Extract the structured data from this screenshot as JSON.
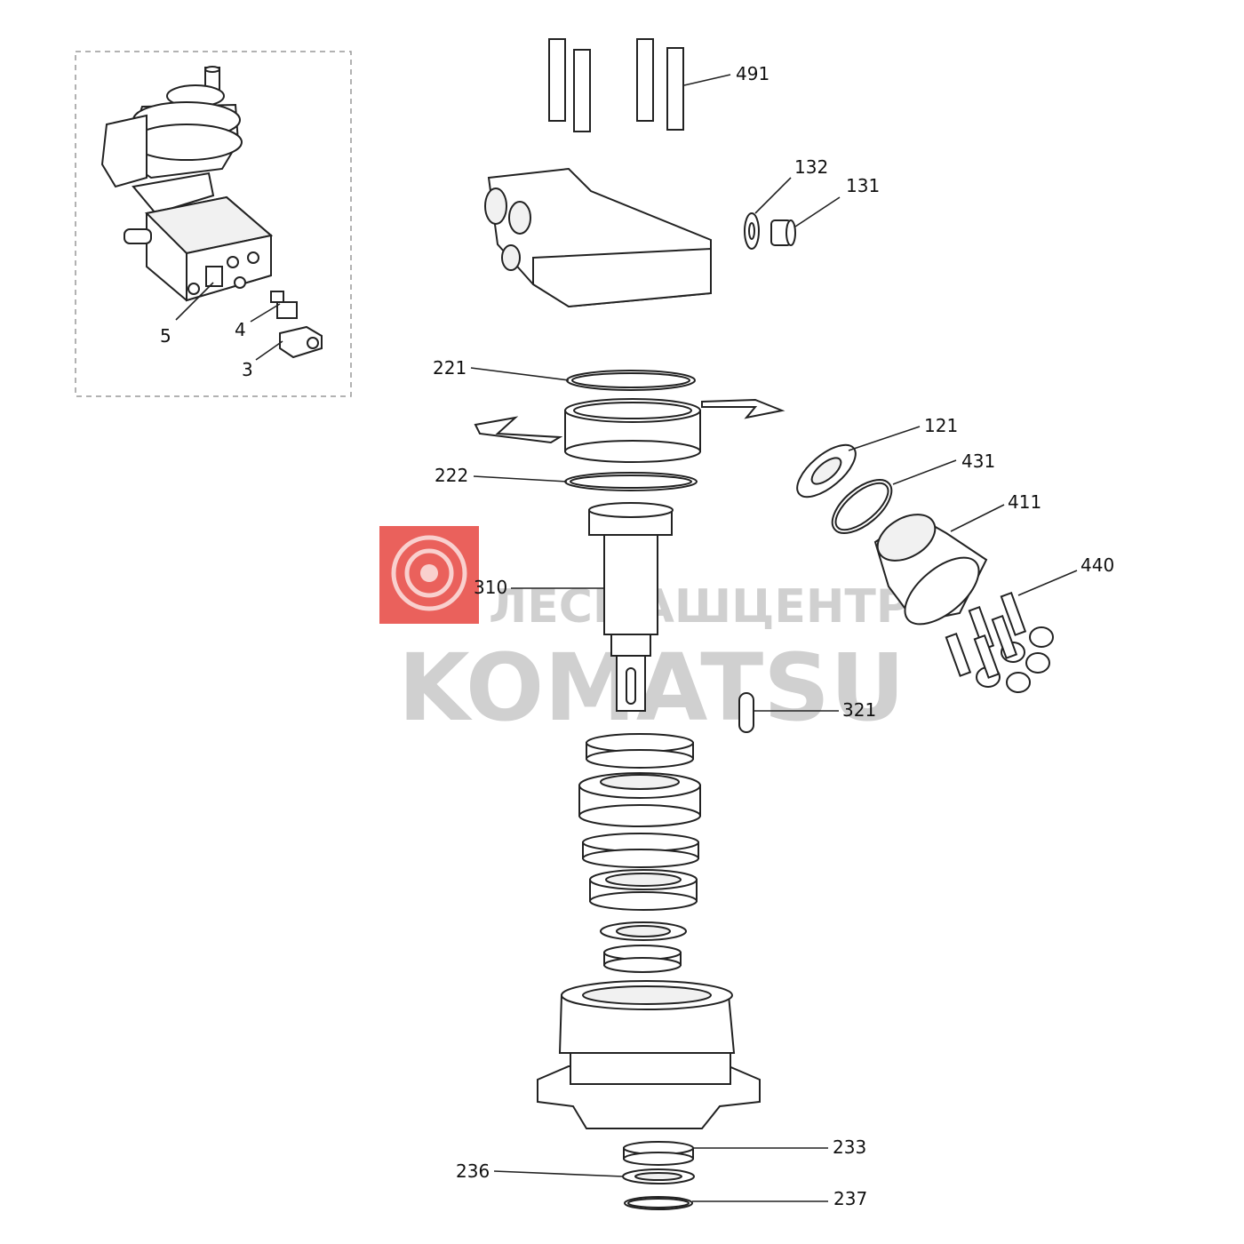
{
  "watermark": {
    "line1": "ЛЕСМАШЦЕНТР",
    "line2": "KOMATSU",
    "logo_color": "#e8504a"
  },
  "callouts": [
    {
      "id": "491",
      "label": "491"
    },
    {
      "id": "132",
      "label": "132"
    },
    {
      "id": "131",
      "label": "131"
    },
    {
      "id": "221",
      "label": "221"
    },
    {
      "id": "222",
      "label": "222"
    },
    {
      "id": "121",
      "label": "121"
    },
    {
      "id": "431",
      "label": "431"
    },
    {
      "id": "411",
      "label": "411"
    },
    {
      "id": "440",
      "label": "440"
    },
    {
      "id": "310",
      "label": "310"
    },
    {
      "id": "321",
      "label": "321"
    },
    {
      "id": "233",
      "label": "233"
    },
    {
      "id": "236",
      "label": "236"
    },
    {
      "id": "237",
      "label": "237"
    },
    {
      "id": "5",
      "label": "5"
    },
    {
      "id": "4",
      "label": "4"
    },
    {
      "id": "3",
      "label": "3"
    }
  ]
}
